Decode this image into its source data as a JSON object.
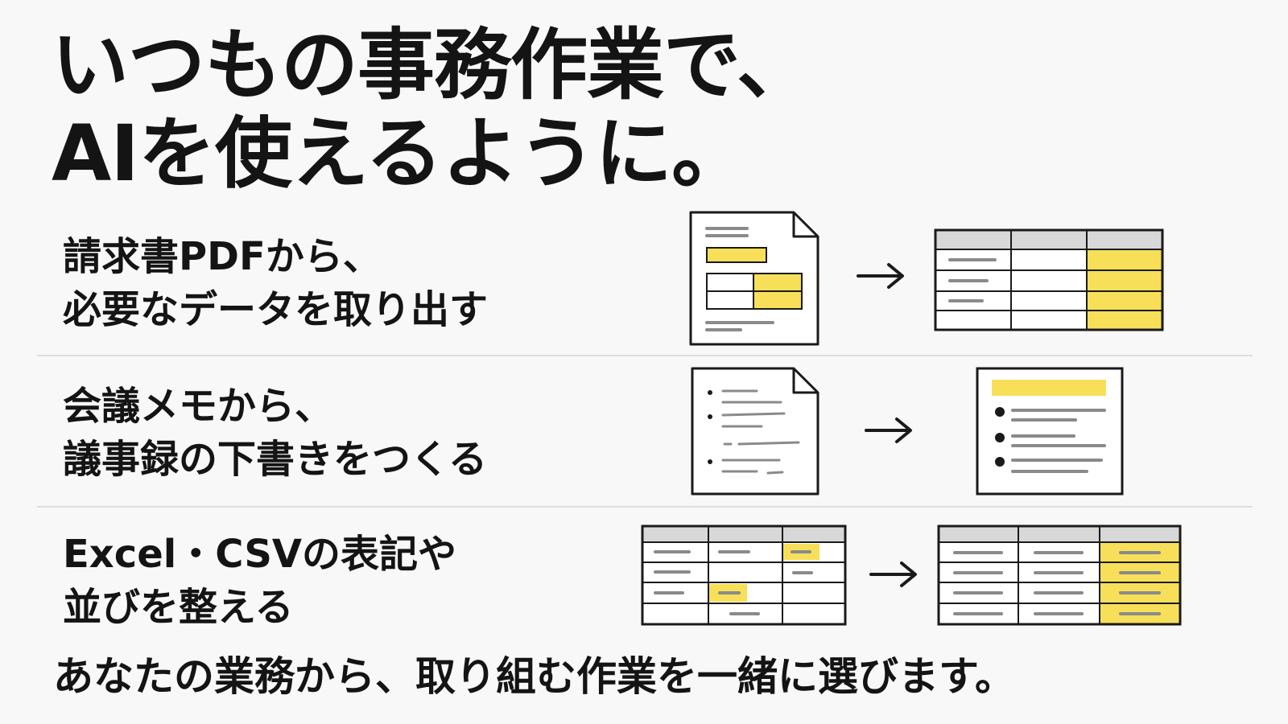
{
  "headline": {
    "line1": "いつもの事務作業で、",
    "line2": "AIを使えるように。"
  },
  "use_cases": [
    {
      "line1": "請求書PDFから、",
      "line2": "必要なデータを取り出す"
    },
    {
      "line1": "会議メモから、",
      "line2": "議事録の下書きをつくる"
    },
    {
      "line1": "Excel・CSVの表記や",
      "line2": "並びを整える"
    }
  ],
  "footer": "あなたの業務から、取り組む作業を一緒に選びます。",
  "colors": {
    "highlight": "#f7df5a",
    "line": "#1a1a1a",
    "text_line_gray": "#8a8a8a",
    "header_gray": "#d8d8d8",
    "background": "#f8f8f8"
  },
  "icons": [
    "document-icon",
    "arrow-right-icon",
    "spreadsheet-icon",
    "memo-icon",
    "minutes-icon"
  ]
}
